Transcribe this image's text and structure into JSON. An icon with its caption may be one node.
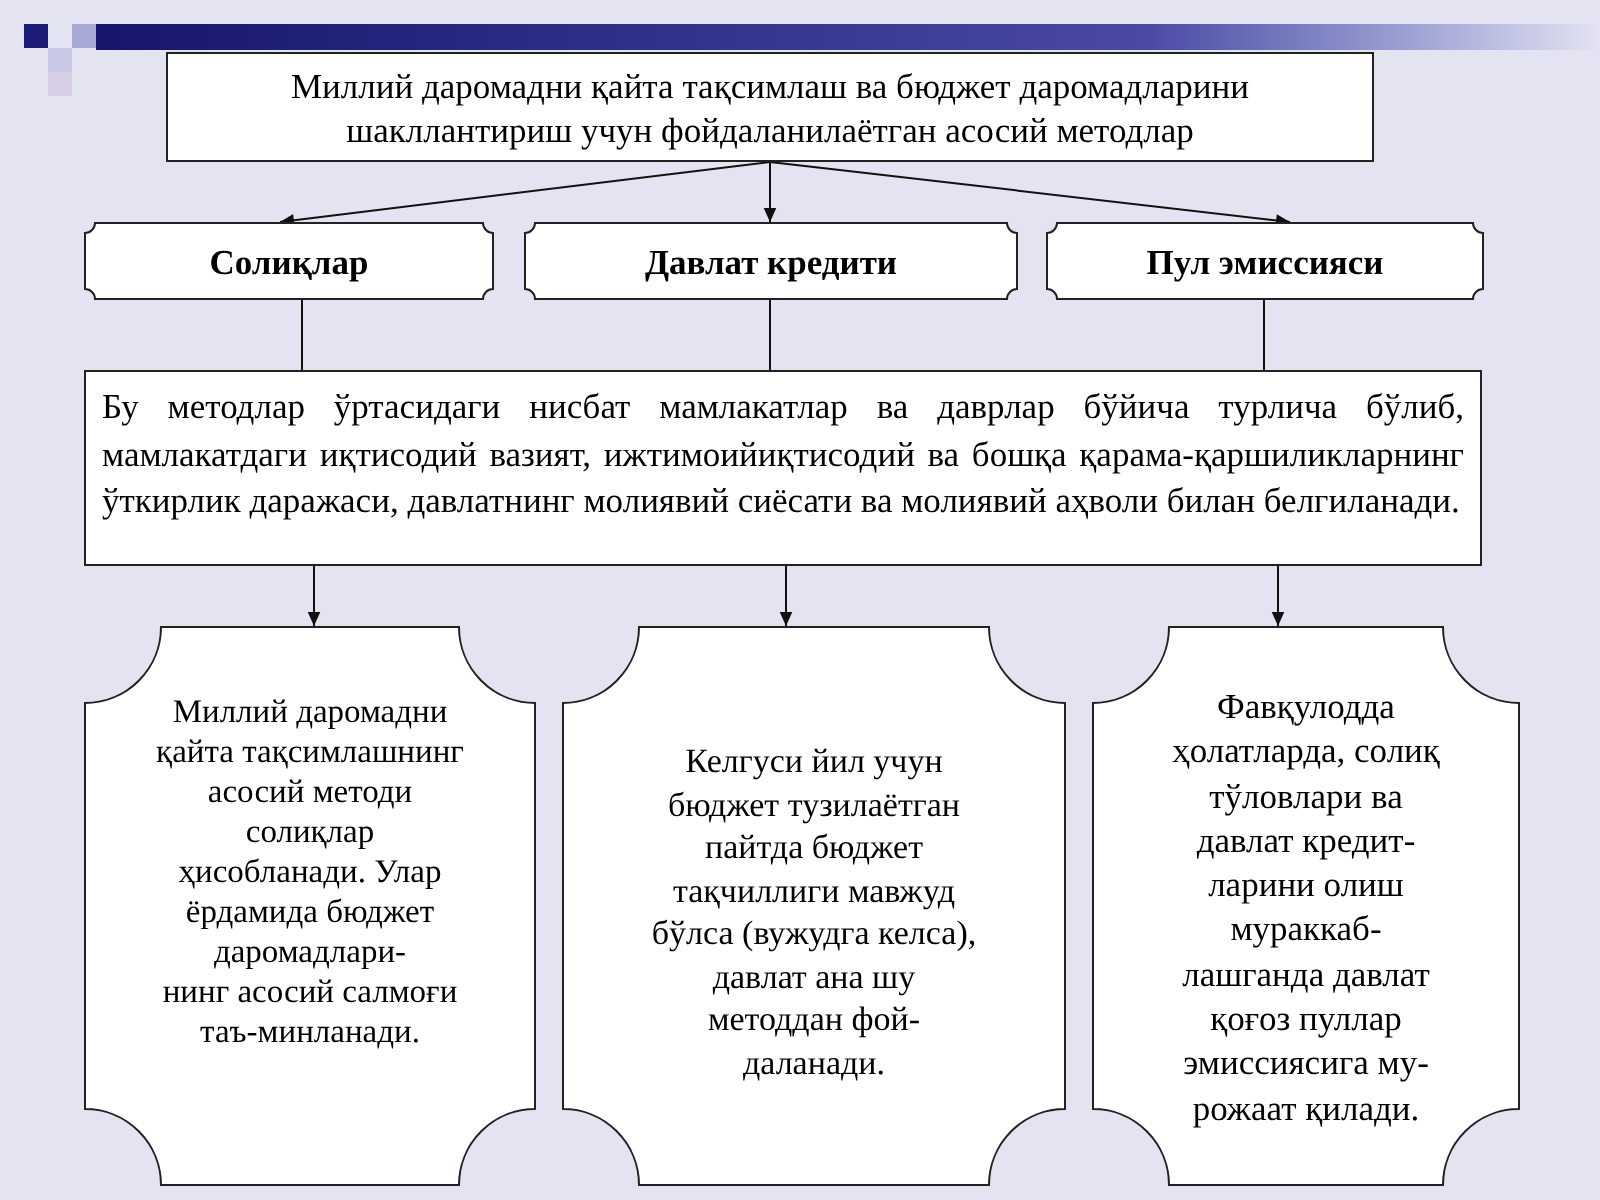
{
  "diagram": {
    "nodes": [
      {
        "text": [
          "Миллий даромадни қайта тақсимлаш ва бюджет даромадларини шакллантириш учун фойдаланилаётган асосий методлар"
        ]
      },
      {
        "text": [
          "Солиқлар"
        ]
      },
      {
        "text": [
          "Давлат кредити"
        ]
      },
      {
        "text": [
          "Пул эмиссияси"
        ]
      },
      {
        "text": [
          "Бу методлар ўртасидаги нисбат мамлакатлар ва даврлар бўйича турлича бўлиб, мамлакатдаги иқтисодий вазият, ижтимоийиқтисодий ва бошқа қарама-қаршиликларнинг ўткирлик даражаси, давлатнинг молиявий сиёсати ва молиявий аҳволи билан белгиланади."
        ]
      },
      {
        "text": [
          "Миллий даромадни қайта тақсимлашнинг асосий методи солиқлар ҳисобланади. Улар ёрдамида бюджет даромадлари- нинг асосий салмоғи таъ-минланади."
        ]
      },
      {
        "text": [
          "Келгуси йил учун бюджет тузилаётган пайтда бюджет тақчиллиги мавжуд бўлса (вужудга келса), давлат ана шу методдан фой- даланади."
        ]
      },
      {
        "text": [
          "Фавқулодда ҳолатларда, солиқ тўловлари ва давлат кредит- ларини олиш мураккаб- лашганда давлат қоғоз пуллар эмиссиясига му- рожаат қилади."
        ]
      }
    ],
    "edges": [
      {
        "from": 0,
        "to": 1,
        "arrow": "to"
      },
      {
        "from": 0,
        "to": 2,
        "arrow": "to"
      },
      {
        "from": 0,
        "to": 3,
        "arrow": "to"
      },
      {
        "from": 1,
        "to": 4,
        "arrow": "none"
      },
      {
        "from": 2,
        "to": 4,
        "arrow": "none"
      },
      {
        "from": 3,
        "to": 4,
        "arrow": "none"
      },
      {
        "from": 4,
        "to": 5,
        "arrow": "to"
      },
      {
        "from": 4,
        "to": 6,
        "arrow": "to"
      },
      {
        "from": 4,
        "to": 7,
        "arrow": "to"
      }
    ]
  }
}
